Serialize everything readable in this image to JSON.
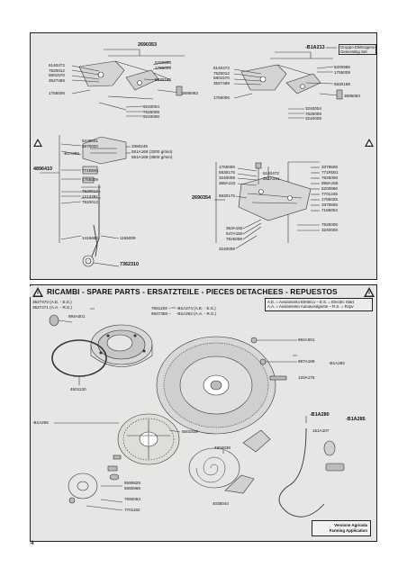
{
  "page_number": "4",
  "section_title": "RICAMBI - SPARE PARTS - ERSATZTEILE - PIECES DETACHEES - REPUESTOS",
  "legend": {
    "line1": "A.E. = Avviamento Elettrico – E.S. = Electric Start",
    "line2": "A.A. = Avviamento Autoavvolgente – R.S. = Rcpv"
  },
  "version_box": {
    "line1": "Versione Agricola",
    "line2": "Farming Application"
  },
  "group_note": {
    "line1": "Gruppo Elettrogeno",
    "line2": "Generating Set"
  },
  "upper_left": {
    "top": "2690353",
    "left": [
      "6140472",
      "7520012",
      "5801570",
      "3527489"
    ],
    "left2": "1755006",
    "right": [
      "5200986",
      "1755009"
    ],
    "right2": "5830168",
    "right3": "3695083",
    "bottom": [
      "3240004",
      "7625009",
      "3240008"
    ]
  },
  "upper_right": {
    "top": "-B1A213",
    "left": [
      "6140472",
      "7520012",
      "5801570",
      "3527489"
    ],
    "left2": "1755006",
    "right": [
      "5200986",
      "1755009"
    ],
    "right2": "5830168",
    "right3": "3695083",
    "bottom": [
      "3240004",
      "7625009",
      "3240008"
    ]
  },
  "mid_left": {
    "side": "4896410",
    "top": [
      "5238041",
      "5870020",
      "-B1A289"
    ],
    "right": [
      "3380245",
      "551A168 (3200 g/min)",
      "551A168 (3600 g/min)"
    ],
    "list": [
      "771R001",
      "1755009"
    ],
    "list2": [
      "7520012",
      "1213391",
      "7520012"
    ],
    "bottom_left": "1415653",
    "bottom_right": "1165009",
    "cable": "7362310"
  },
  "mid_right": {
    "side": "2690354",
    "left": [
      "1755006",
      "5830175",
      "3240008",
      "368A142"
    ],
    "left2": "5830175",
    "center": [
      "6140472",
      "351A141"
    ],
    "left3": [
      "353A192",
      "547A150",
      "7625008"
    ],
    "bottom_left": "3240008",
    "right": [
      "3378508",
      "771R001",
      "7625008",
      "858A155",
      "5200896",
      "7701245",
      "1755025",
      "3378508",
      "7165004"
    ],
    "bottom_right": [
      "7625008",
      "3240008"
    ]
  },
  "lower": {
    "topleft": [
      "3527470 (A.E. - E.S.)",
      "3527471 (A.A. - R.S.)"
    ],
    "a001": "994A001",
    "center_top": [
      "7651193 –",
      "6927358 –"
    ],
    "center_top_r": [
      "-B1A274 (A.E. - E.S.)",
      "-B1A262 (A.A. - R.S.)"
    ],
    "right_top": "994A001",
    "r2": "987A189",
    "r3": "120A175",
    "r4": "-B1A282",
    "left_ring": "4501130",
    "left_side": "-B1A266",
    "hub": "5501539",
    "spring": "4804038",
    "r5": "-B1A280",
    "r6": "-B1A285",
    "r7": "151A107",
    "bottom_list": [
      "5590828",
      "5860966"
    ],
    "bottom_list2": "7690063",
    "bottom_list3": "7701182",
    "bottom_mid": "4035044"
  }
}
